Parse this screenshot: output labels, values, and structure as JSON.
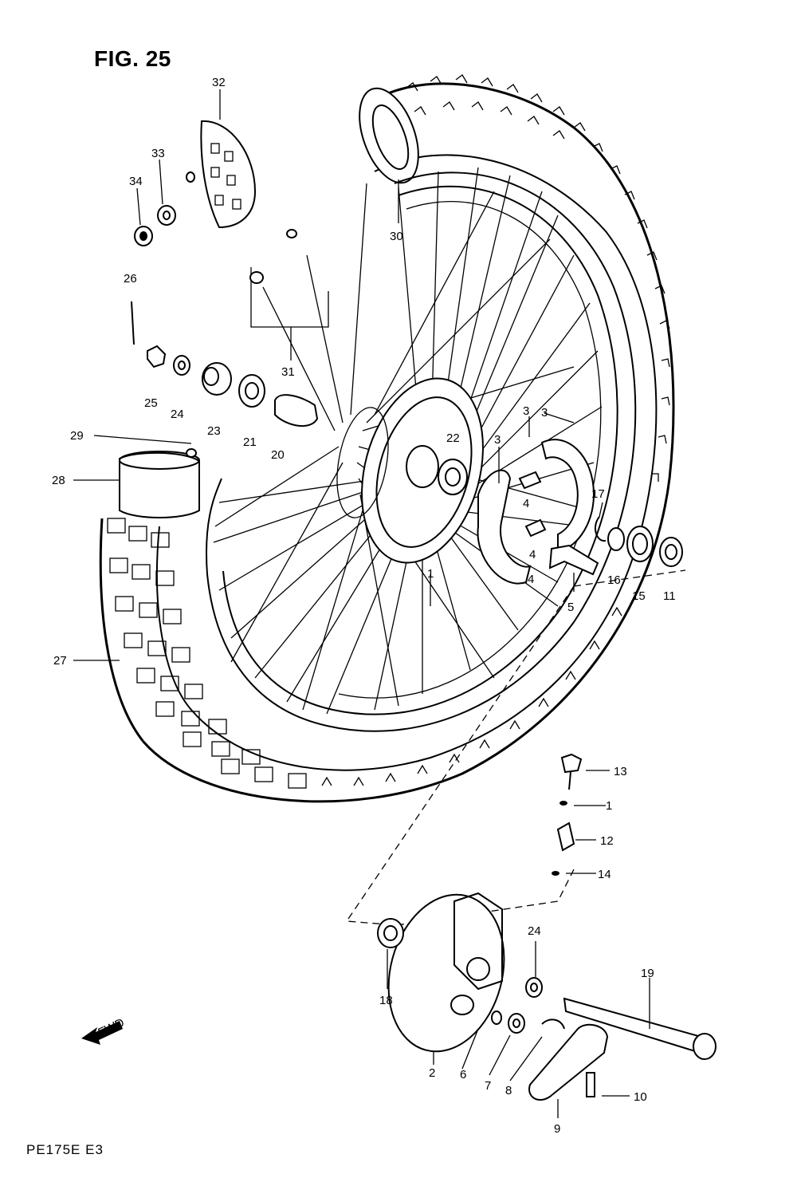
{
  "figure": {
    "title": "FIG. 25",
    "footer_code": "PE175E E3",
    "fwd_label": "FWD"
  },
  "callouts": {
    "p1a": "1",
    "p1b": "1",
    "p2": "2",
    "p3a": "3",
    "p3b": "3",
    "p3c": "3",
    "p4a": "4",
    "p4b": "4",
    "p4c": "4",
    "p5": "5",
    "p6": "6",
    "p7": "7",
    "p8": "8",
    "p9": "9",
    "p10": "10",
    "p11": "11",
    "p12": "12",
    "p13": "13",
    "p14": "14",
    "p15": "15",
    "p16": "16",
    "p17": "17",
    "p18": "18",
    "p19": "19",
    "p20": "20",
    "p21": "21",
    "p22": "22",
    "p23": "23",
    "p24a": "24",
    "p24b": "24",
    "p25": "25",
    "p26": "26",
    "p27": "27",
    "p28": "28",
    "p29": "29",
    "p30": "30",
    "p31": "31",
    "p32": "32",
    "p33": "33",
    "p34": "34"
  }
}
